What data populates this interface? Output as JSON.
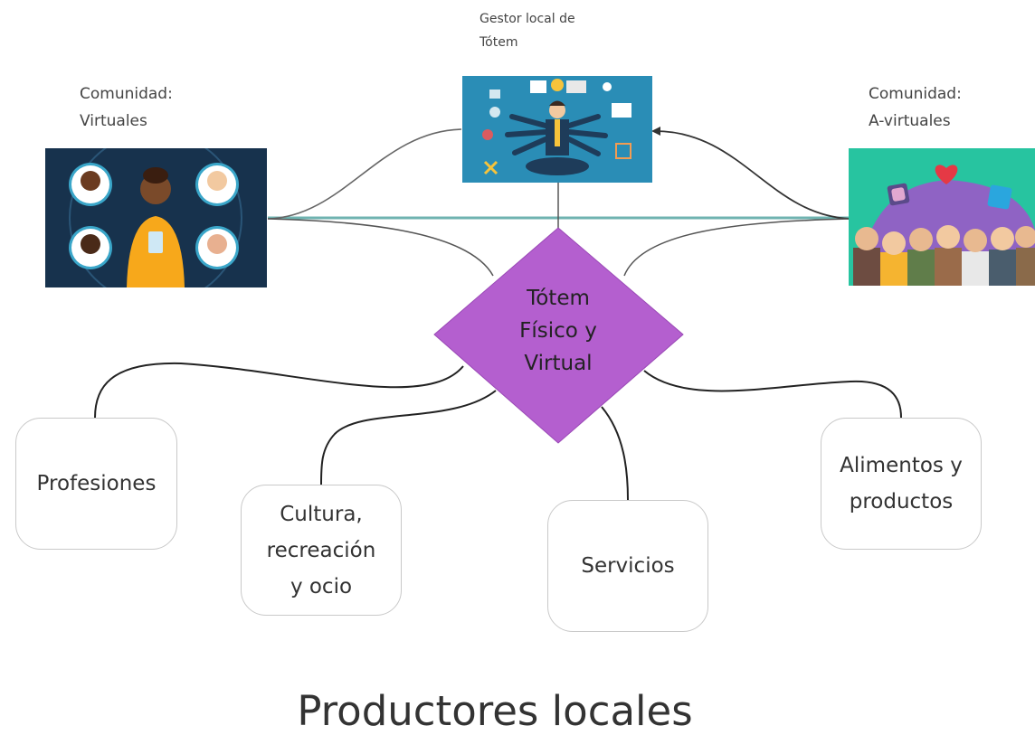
{
  "labels": {
    "gestor": "Gestor local de\nTótem",
    "virtuales": "Comunidad:\nVirtuales",
    "avirtuales": "Comunidad:\nA-virtuales"
  },
  "center": {
    "text": "Tótem\nFísico y\nVirtual",
    "color": "#b45fcf"
  },
  "boxes": {
    "profesiones": "Profesiones",
    "cultura": "Cultura,\nrecreación\ny ocio",
    "servicios": "Servicios",
    "alimentos": "Alimentos y\nproductos"
  },
  "footer": {
    "title": "Productores locales"
  },
  "images": {
    "gestor": "illustration-manager-with-icons",
    "virtuales": "illustration-virtual-community",
    "avirtuales": "illustration-physical-community"
  }
}
